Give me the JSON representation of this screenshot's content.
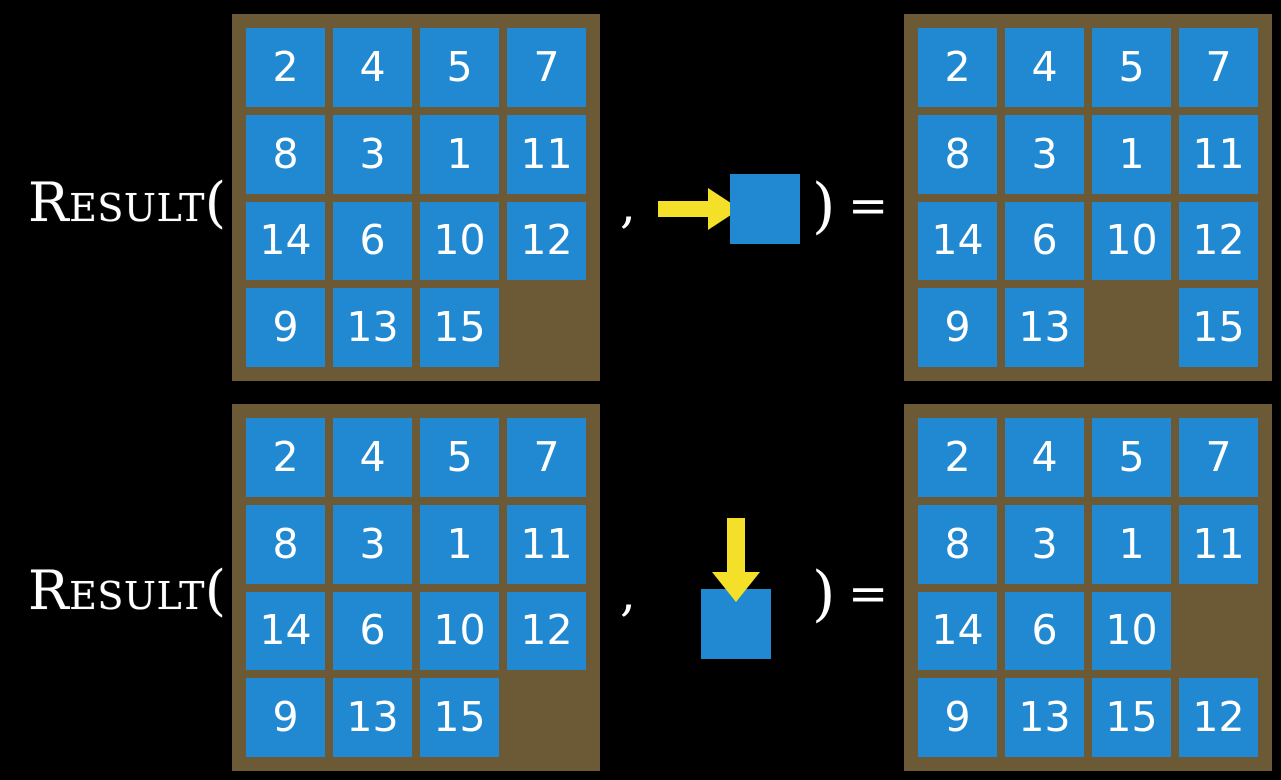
{
  "meta": {
    "background_color": "#000000",
    "tile_color": "#2089d1",
    "board_color": "#6b5a35",
    "arrow_color": "#f4e029",
    "text_color": "#ffffff"
  },
  "symbols": {
    "result_label": "Result(",
    "comma": ",",
    "paren_close": ")",
    "equals": "=",
    "arrow_right": "arrow-right-icon",
    "arrow_down": "arrow-down-icon",
    "blank_tile": "blank-tile-icon"
  },
  "rows": [
    {
      "id": "row-1",
      "label": "Result(",
      "operation": "slide-right",
      "input_grid": {
        "name": "input-grid-row-1",
        "cells": [
          [
            "2",
            "4",
            "5",
            "7"
          ],
          [
            "8",
            "3",
            "1",
            "11"
          ],
          [
            "14",
            "6",
            "10",
            "12"
          ],
          [
            "9",
            "13",
            "15",
            ""
          ]
        ]
      },
      "output_grid": {
        "name": "output-grid-row-1",
        "cells": [
          [
            "2",
            "4",
            "5",
            "7"
          ],
          [
            "8",
            "3",
            "1",
            "11"
          ],
          [
            "14",
            "6",
            "10",
            "12"
          ],
          [
            "9",
            "13",
            "",
            "15"
          ]
        ]
      }
    },
    {
      "id": "row-2",
      "label": "Result(",
      "operation": "slide-down",
      "input_grid": {
        "name": "input-grid-row-2",
        "cells": [
          [
            "2",
            "4",
            "5",
            "7"
          ],
          [
            "8",
            "3",
            "1",
            "11"
          ],
          [
            "14",
            "6",
            "10",
            "12"
          ],
          [
            "9",
            "13",
            "15",
            ""
          ]
        ]
      },
      "output_grid": {
        "name": "output-grid-row-2",
        "cells": [
          [
            "2",
            "4",
            "5",
            "7"
          ],
          [
            "8",
            "3",
            "1",
            "11"
          ],
          [
            "14",
            "6",
            "10",
            ""
          ],
          [
            "9",
            "13",
            "15",
            "12"
          ]
        ]
      }
    }
  ]
}
